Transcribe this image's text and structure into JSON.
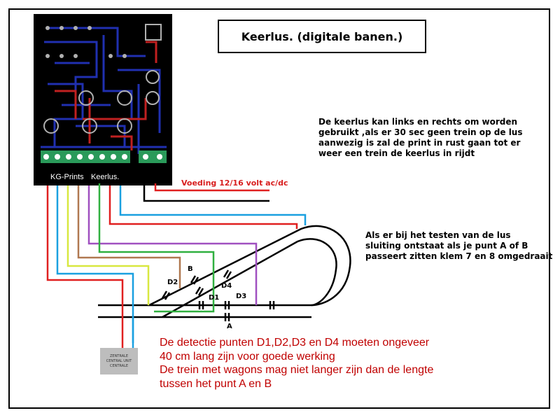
{
  "title": "Keerlus. (digitale banen.)",
  "description_text": [
    "De keerlus kan links en rechts om worden",
    "gebruikt ,als er 30 sec geen trein op de lus",
    "aanwezig is zal de print in rust gaan tot er",
    "weer een trein de keerlus in rijdt"
  ],
  "test_note": [
    "Als er bij het testen van de lus",
    "sluiting ontstaat als je punt A of B",
    "passeert zitten klem 7 en 8 omgedraait"
  ],
  "power_supply_label": "Voeding 12/16 volt ac/dc",
  "pcb": {
    "brand_label": "KG-Prints",
    "product_label": "Keerlus."
  },
  "central_unit": {
    "line1": "ZENTRALE",
    "line2": "CENTRAL UNIT",
    "line3": "CENTRALE"
  },
  "track_labels": {
    "d1": "D1",
    "d2": "D2",
    "d3": "D3",
    "d4": "D4",
    "a": "A",
    "b": "B"
  },
  "detection_note": [
    "De detectie punten D1,D2,D3 en D4 moeten ongeveer",
    "40 cm lang zijn voor goede werking",
    "De trein met wagons mag niet langer zijn dan de lengte",
    "tussen het punt A en B"
  ],
  "wire_colors": {
    "red": "#e02020",
    "blue": "#1aa0e0",
    "yellow": "#d8e840",
    "brown": "#b07850",
    "purple": "#a050c0",
    "green": "#30b040",
    "black": "#000000"
  }
}
